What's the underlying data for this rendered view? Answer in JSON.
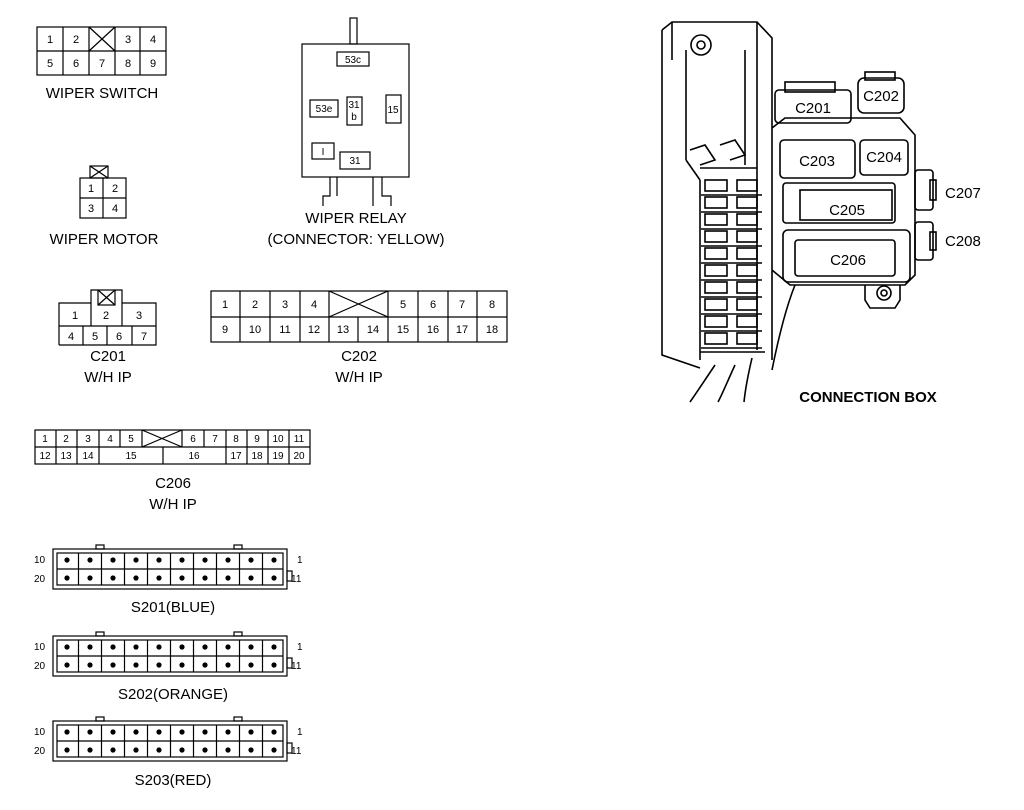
{
  "wiper_switch": {
    "title": "WIPER SWITCH",
    "pins_top": [
      "1",
      "2",
      "3",
      "4"
    ],
    "pins_bottom": [
      "5",
      "6",
      "7",
      "8",
      "9"
    ]
  },
  "wiper_relay": {
    "title": "WIPER RELAY",
    "subtitle": "(CONNECTOR: YELLOW)",
    "terminals": [
      "53c",
      "53e",
      "31",
      "b",
      "15",
      "I",
      "31"
    ]
  },
  "wiper_motor": {
    "title": "WIPER MOTOR",
    "pins": [
      "1",
      "2",
      "3",
      "4"
    ]
  },
  "c201": {
    "title": "C201",
    "subtitle": "W/H IP",
    "pins": [
      "1",
      "2",
      "3",
      "4",
      "5",
      "6",
      "7"
    ]
  },
  "c202": {
    "title": "C202",
    "subtitle": "W/H IP",
    "pins_top": [
      "1",
      "2",
      "3",
      "4",
      "5",
      "6",
      "7",
      "8"
    ],
    "pins_bottom": [
      "9",
      "10",
      "11",
      "12",
      "13",
      "14",
      "15",
      "16",
      "17",
      "18"
    ]
  },
  "c206": {
    "title": "C206",
    "subtitle": "W/H IP",
    "pins_top": [
      "1",
      "2",
      "3",
      "4",
      "5",
      "6",
      "7",
      "8",
      "9",
      "10",
      "11"
    ],
    "pins_bottom": [
      "12",
      "13",
      "14",
      "15",
      "16",
      "17",
      "18",
      "19",
      "20"
    ]
  },
  "s201": {
    "title": "S201(BLUE)",
    "pin_labels": [
      "10",
      "20",
      "1",
      "11"
    ]
  },
  "s202": {
    "title": "S202(ORANGE)",
    "pin_labels": [
      "10",
      "20",
      "1",
      "11"
    ]
  },
  "s203": {
    "title": "S203(RED)",
    "pin_labels": [
      "10",
      "20",
      "1",
      "11"
    ]
  },
  "connection_box": {
    "title": "CONNECTION BOX",
    "labels": [
      "C201",
      "C202",
      "C203",
      "C204",
      "C205",
      "C206",
      "C207",
      "C208"
    ]
  }
}
